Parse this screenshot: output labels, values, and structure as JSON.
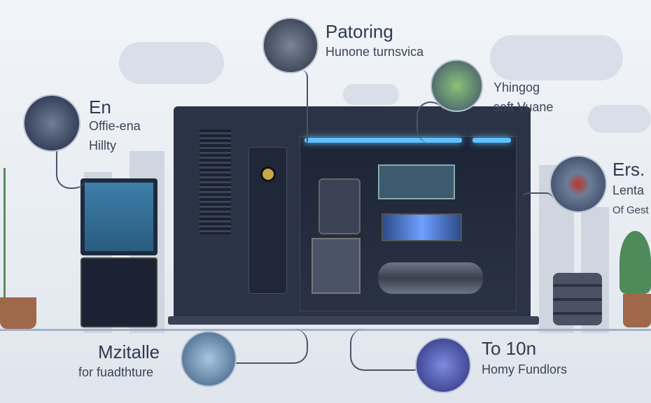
{
  "callouts": {
    "top": {
      "title": "Patoring",
      "subtitle": "Hunone turnsvica"
    },
    "left": {
      "title": "En",
      "line1": "Offie-ena",
      "line2": "Hillty"
    },
    "right_top": {
      "title": "Yhingog",
      "subtitle": "soft Vuane"
    },
    "right": {
      "title": "Ers.",
      "line1": "Lenta",
      "line2": "Of Gest"
    },
    "bottom_left": {
      "title": "Mzitalle",
      "subtitle": "for fuadthture"
    },
    "bottom_right": {
      "title": "To 10n",
      "subtitle": "Homy Fundlors"
    }
  },
  "colors": {
    "accent": "#5fc2ff",
    "cabinet": "#2b3446",
    "background": "#eef2f6"
  }
}
